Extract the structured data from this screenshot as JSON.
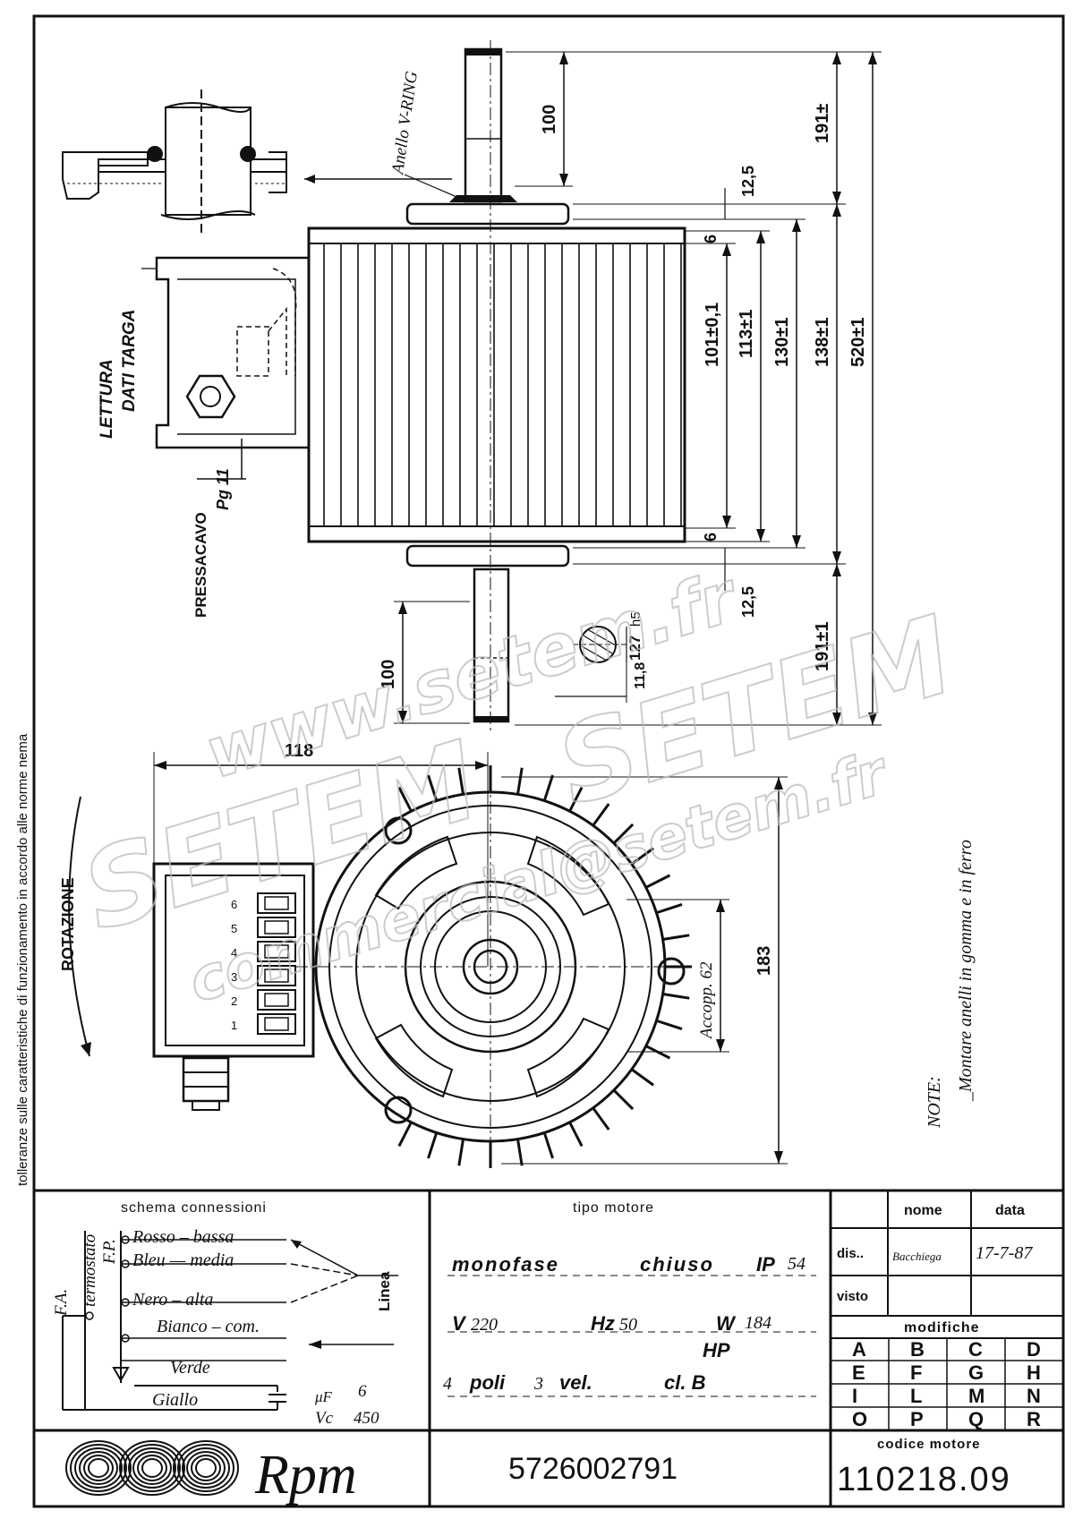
{
  "side_note": "tolleranze sulle caratteristiche di funzionamento in accordo alle norme nema",
  "drawing": {
    "v_ring": "Anello V-RING",
    "lettura": "LETTURA",
    "dati_targa": "DATI TARGA",
    "pressacavo": "PRESSACAVO",
    "pg11": "Pg 11",
    "rotazione": "ROTAZIONE",
    "accopp": "Accopp. 62",
    "dims": {
      "d100_top": "100",
      "d100_bottom": "100",
      "d191_top": "191±",
      "d191_bottom": "191±1",
      "d12_5_top": "12,5",
      "d12_5_bottom": "12,5",
      "d6_top": "6",
      "d6_bottom": "6",
      "d101": "101±0,1",
      "d113": "113±1",
      "d130": "130±1",
      "d138": "138±1",
      "d520": "520±1",
      "d127": "127",
      "h5": "h5",
      "d11_8": "11,8",
      "d118": "118",
      "d183": "183"
    },
    "terminal_numbers": [
      "1",
      "2",
      "3",
      "4",
      "5",
      "6"
    ],
    "note_title": "NOTE:",
    "note_text": "_Montare anelli in gomma e in ferro"
  },
  "watermark": {
    "url": "www.setem.fr",
    "brand": "SETEM",
    "brand2": "SETEM",
    "email": "commercial@setem.fr"
  },
  "title_block": {
    "schema_header": "schema   connessioni",
    "termostato": "termostato",
    "fp": "F.P.",
    "fa": "F.A.",
    "wires": [
      "Rosso – bassa",
      "Bleu — media",
      "Nero – alta",
      "Bianco – com.",
      "Verde",
      "Giallo"
    ],
    "linea": "Linea",
    "capacitor_uf": "μF",
    "capacitor_uf_val": "6",
    "capacitor_vc": "Vc",
    "capacitor_vc_val": "450",
    "tipo_header": "tipo  motore",
    "tipo_line1_a": "monofase",
    "tipo_line1_b": "chiuso",
    "tipo_line1_c": "IP",
    "tipo_line1_d": "54",
    "v_label": "V",
    "v_value": "220",
    "hz_label": "Hz",
    "hz_value": "50",
    "w_label": "W",
    "w_value": "184",
    "hp_label": "HP",
    "poli_a": "4",
    "poli_b": "poli",
    "poli_c": "3",
    "poli_d": "vel.",
    "poli_e": "cl. B",
    "nome_header": "nome",
    "data_header": "data",
    "dis_label": "dis..",
    "dis_name": "Bacchiega",
    "dis_date": "17-7-87",
    "visto_label": "visto",
    "modifiche": "modifiche",
    "mod_letters": [
      [
        "A",
        "B",
        "C",
        "D"
      ],
      [
        "E",
        "F",
        "G",
        "H"
      ],
      [
        "I",
        "L",
        "M",
        "N"
      ],
      [
        "O",
        "P",
        "Q",
        "R"
      ]
    ],
    "brand": "Rpm",
    "part_number": "5726002791",
    "codice_header": "codice  motore",
    "codice_value": "110218.09"
  }
}
